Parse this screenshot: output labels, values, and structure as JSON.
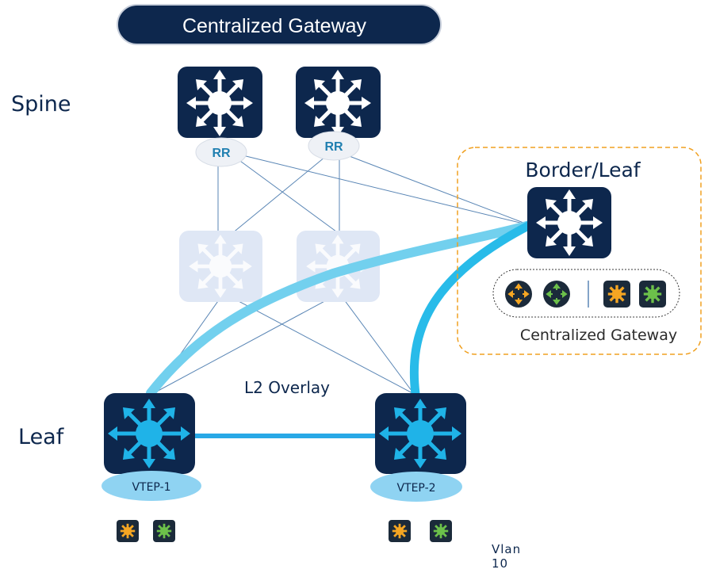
{
  "title": "Centralized Gateway",
  "labels": {
    "spine": "Spine",
    "leaf": "Leaf",
    "border_leaf": "Border/Leaf",
    "l2_overlay": "L2 Overlay",
    "centralized_gateway": "Centralized Gateway",
    "vlan": "Vlan 10",
    "rr_1": "RR",
    "rr_2": "RR",
    "vtep_1": "VTEP-1",
    "vtep_2": "VTEP-2"
  },
  "colors": {
    "navy": "#0d274d",
    "cyan": "#1fb3e8",
    "light_cyan": "#72d0ee",
    "ghost": "#dfe7f5",
    "orange": "#f5a623",
    "green": "#6cc04a",
    "dashed_border": "#f0a020"
  },
  "icons": [
    "switch-icon",
    "router-icon",
    "vlan-icon"
  ]
}
